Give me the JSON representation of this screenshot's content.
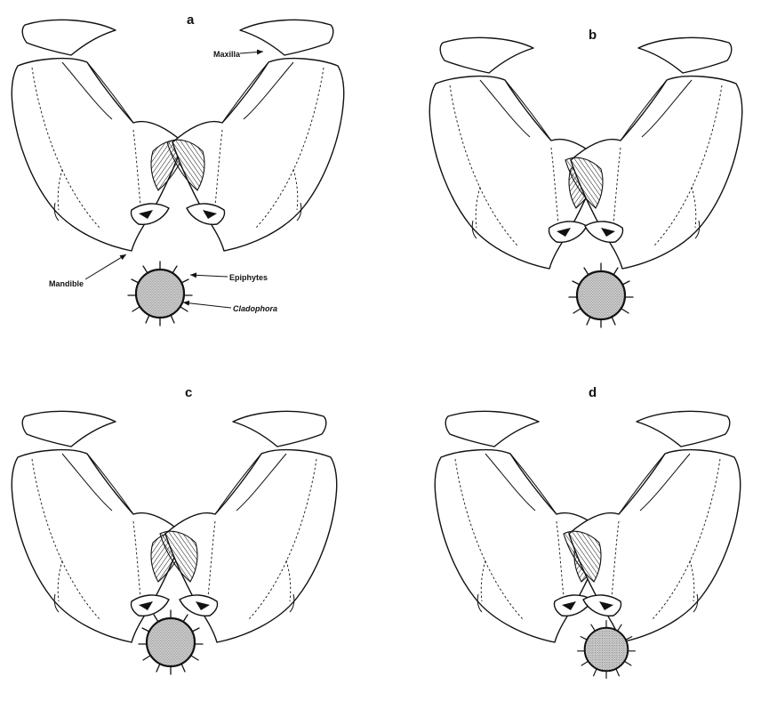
{
  "panels": [
    {
      "id": "a",
      "label": "a"
    },
    {
      "id": "b",
      "label": "b"
    },
    {
      "id": "c",
      "label": "c"
    },
    {
      "id": "d",
      "label": "d"
    }
  ],
  "callouts": {
    "maxilla": "Maxilla",
    "mandible": "Mandible",
    "epiphytes": "Epiphytes",
    "cladophora": "Cladophora"
  },
  "style": {
    "line_color": "#111111",
    "background": "#ffffff"
  }
}
